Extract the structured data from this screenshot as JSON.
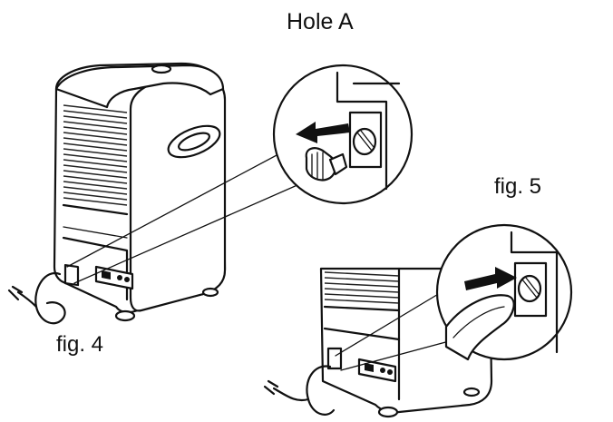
{
  "labels": {
    "hole_a": "Hole A",
    "fig4": "fig. 4",
    "fig5": "fig. 5"
  },
  "colors": {
    "ink": "#111111",
    "background": "#ffffff"
  }
}
